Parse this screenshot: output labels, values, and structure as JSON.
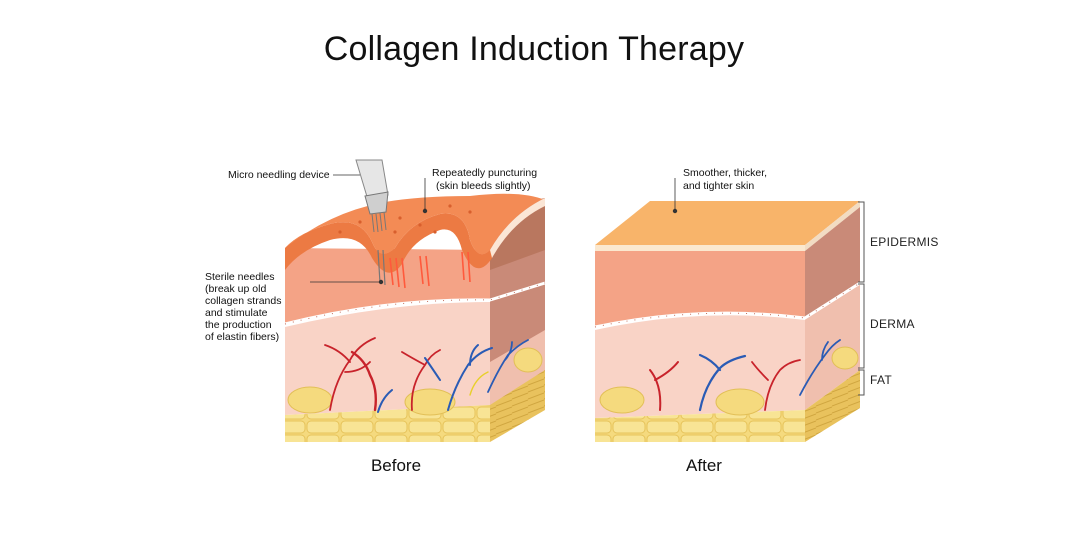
{
  "title": "Collagen Induction Therapy",
  "labels": {
    "micro_needling_device": "Micro needling device",
    "repeatedly_puncturing_1": "Repeatedly puncturing",
    "repeatedly_puncturing_2": "(skin bleeds slightly)",
    "sterile_needles": [
      "Sterile needles",
      "(break up old",
      "collagen strands",
      "and stimulate",
      "the production",
      "of elastin fibers)"
    ],
    "smoother_1": "Smoother, thicker,",
    "smoother_2": "and tighter skin"
  },
  "captions": {
    "before": "Before",
    "after": "After"
  },
  "layers": {
    "epidermis": "EPIDERMIS",
    "derma": "DERMA",
    "fat": "FAT"
  },
  "colors": {
    "epidermis_top": "#f8b46a",
    "epidermis_side": "#b9775f",
    "derma_front": "#f4a386",
    "derma_side": "#c98a78",
    "dermis_pink": "#f9d3c6",
    "fat_yellow": "#f5da7e",
    "artery_red": "#c8232b",
    "vein_blue": "#2a5bb5",
    "needle_wound": "#ff5a3c"
  }
}
